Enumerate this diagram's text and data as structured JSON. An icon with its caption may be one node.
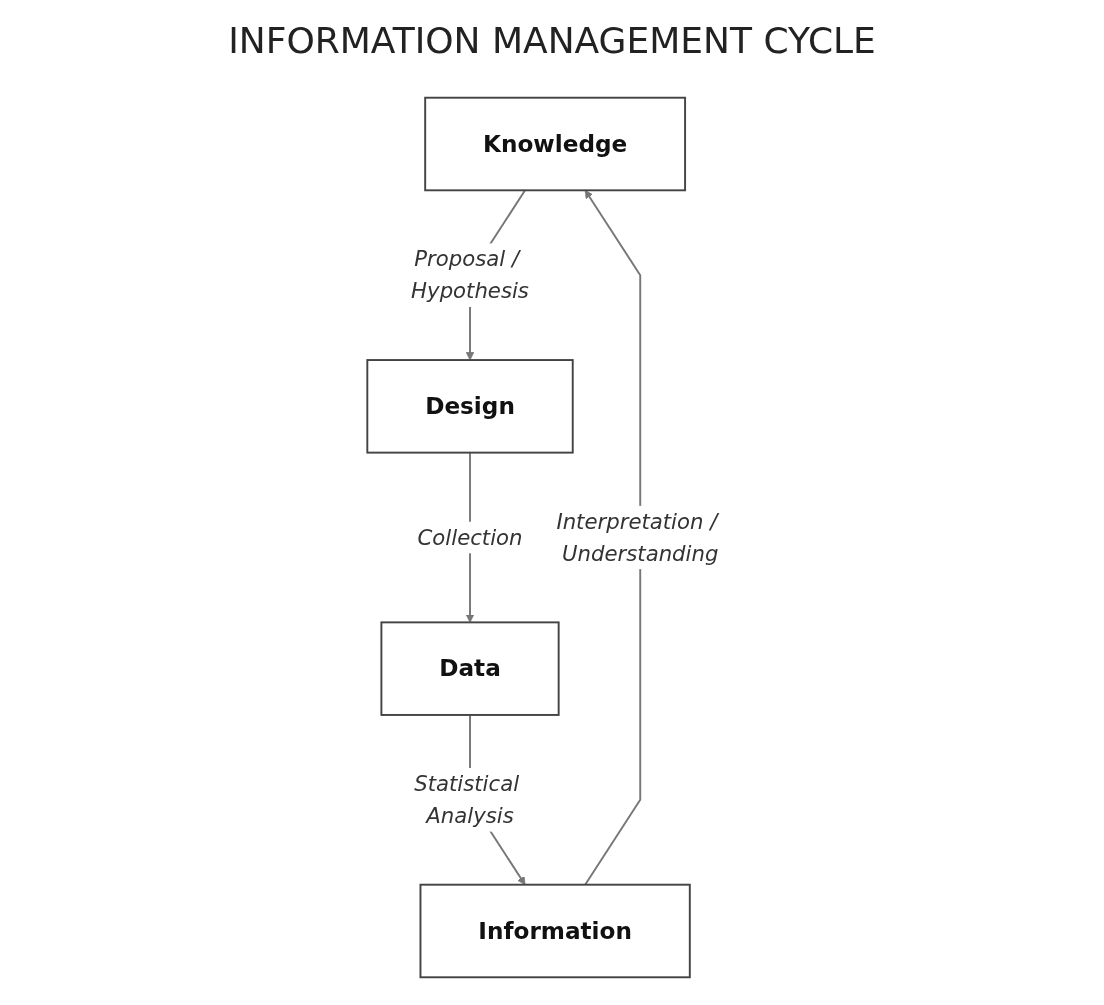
{
  "diagram": {
    "title": "INFORMATION MANAGEMENT CYCLE",
    "nodes": [
      {
        "text": [
          "Knowledge"
        ]
      },
      {
        "text": [
          "Design"
        ]
      },
      {
        "text": [
          "Data"
        ]
      },
      {
        "text": [
          "Information"
        ]
      }
    ],
    "edges": [
      {
        "from": 0,
        "to": 1,
        "arrow": "to",
        "label": "Proposal / Hypothesis"
      },
      {
        "from": 1,
        "to": 2,
        "arrow": "to",
        "label": "Collection"
      },
      {
        "from": 2,
        "to": 3,
        "arrow": "to",
        "label": "Statistical Analysis"
      },
      {
        "from": 3,
        "to": 0,
        "arrow": "to",
        "label": "Interpretation / Understanding"
      }
    ]
  }
}
